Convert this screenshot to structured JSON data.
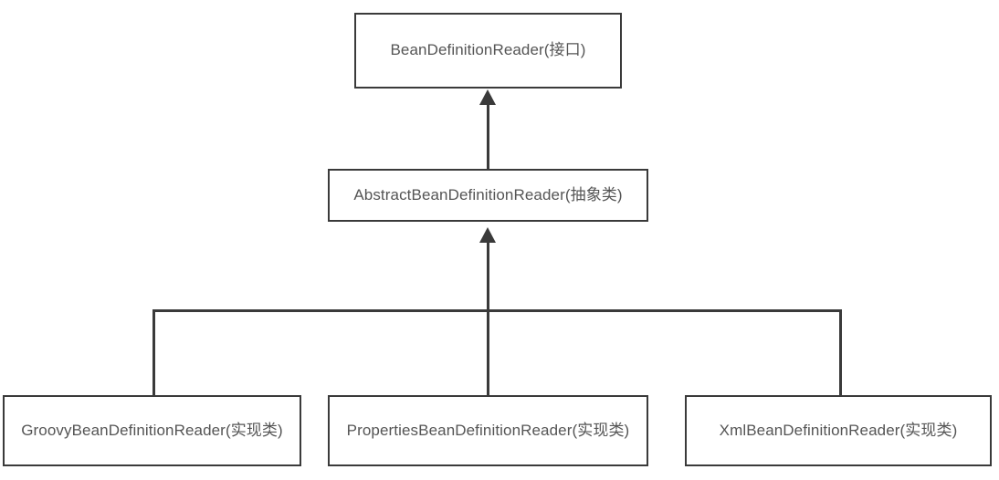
{
  "diagram": {
    "type": "uml-class-hierarchy",
    "title": "BeanDefinitionReader class hierarchy",
    "colors": {
      "border": "#3a3a3a",
      "text": "#555555",
      "background": "#ffffff",
      "edge": "#3a3a3a"
    },
    "nodes": [
      {
        "id": "interface",
        "label": "BeanDefinitionReader(接口)",
        "stereotype": "接口"
      },
      {
        "id": "abstract",
        "label": "AbstractBeanDefinitionReader(抽象类)",
        "stereotype": "抽象类"
      },
      {
        "id": "groovy",
        "label": "GroovyBeanDefinitionReader(实现类)",
        "stereotype": "实现类"
      },
      {
        "id": "properties",
        "label": "PropertiesBeanDefinitionReader(实现类)",
        "stereotype": "实现类"
      },
      {
        "id": "xml",
        "label": "XmlBeanDefinitionReader(实现类)",
        "stereotype": "实现类"
      }
    ],
    "edges": [
      {
        "id": "abstract-to-interface",
        "from": "abstract",
        "to": "interface",
        "relation": "generalization",
        "arrow": "solid-triangle-up"
      },
      {
        "id": "implementations-to-abstract",
        "from": "groovy,properties,xml",
        "to": "abstract",
        "relation": "generalization",
        "arrow": "solid-triangle-up"
      }
    ]
  }
}
